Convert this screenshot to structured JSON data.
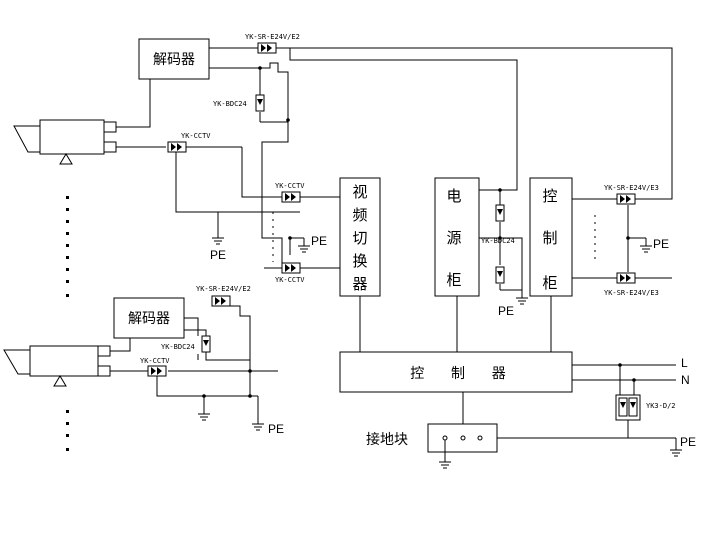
{
  "devices": {
    "decoder_top": "解码器",
    "decoder_bottom": "解码器",
    "video_switcher": [
      "视",
      "频",
      "切",
      "换",
      "器"
    ],
    "power_cabinet": [
      "电",
      "源",
      "柜"
    ],
    "control_cabinet": [
      "控",
      "制",
      "柜"
    ],
    "controller": "控      制      器",
    "ground_block": "接地块"
  },
  "protectors": {
    "sr_top": "YK-SR-E24V/E2",
    "bdc_top": "YK-BDC24",
    "cctv_top": "YK-CCTV",
    "cctv_switch_in1": "YK-CCTV",
    "cctv_switch_in2": "YK-CCTV",
    "bdc_power": "YK-BDC24",
    "sr_ctrl_top": "YK-SR-E24V/E3",
    "sr_ctrl_bottom": "YK-SR-E24V/E3",
    "sr_bottom": "YK-SR-E24V/E2",
    "bdc_bottom": "YK-BDC24",
    "cctv_bottom": "YK-CCTV",
    "yk3": "YK3-D/2"
  },
  "ground_labels": {
    "pe_top_left": "PE",
    "pe_switch": "PE",
    "pe_power": "PE",
    "pe_ctrl": "PE",
    "pe_bottom": "PE",
    "pe_main": "PE"
  },
  "line_labels": {
    "L": "L",
    "N": "N"
  }
}
